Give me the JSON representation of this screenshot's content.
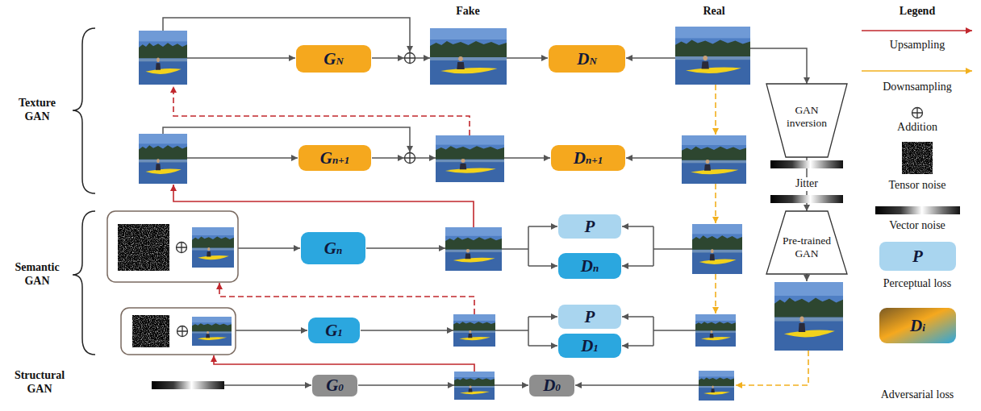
{
  "diagram": {
    "nodes": [
      {
        "text": [
          "GN"
        ]
      },
      {
        "text": [
          "DN"
        ]
      },
      {
        "text": [
          "GAN inversion"
        ]
      },
      {
        "text": [
          "Gn+1"
        ]
      },
      {
        "text": [
          "Dn+1"
        ]
      },
      {
        "text": [
          "Gn"
        ]
      },
      {
        "text": [
          "P"
        ]
      },
      {
        "text": [
          "Dn"
        ]
      },
      {
        "text": [
          "Pre-trained GAN"
        ]
      },
      {
        "text": [
          "G1"
        ]
      },
      {
        "text": [
          "P"
        ]
      },
      {
        "text": [
          "D1"
        ]
      },
      {
        "text": [
          "G0"
        ]
      },
      {
        "text": [
          "D0"
        ]
      }
    ],
    "edges": [
      {
        "from": 2,
        "to": 8,
        "arrow": "to",
        "label": "Jitter"
      }
    ],
    "labels": [
      "Fake",
      "Real",
      "Legend",
      "Texture GAN",
      "Semantic GAN",
      "Structural GAN",
      "P",
      "Di"
    ],
    "legend": [
      {
        "text": "Upsampling"
      },
      {
        "text": "Downsampling"
      },
      {
        "text": "Addition"
      },
      {
        "text": "Tensor noise"
      },
      {
        "text": "Vector noise"
      },
      {
        "text": "Perceptual loss",
        "color": "#a9d5ef"
      },
      {
        "text": "Adversarial loss"
      }
    ]
  }
}
